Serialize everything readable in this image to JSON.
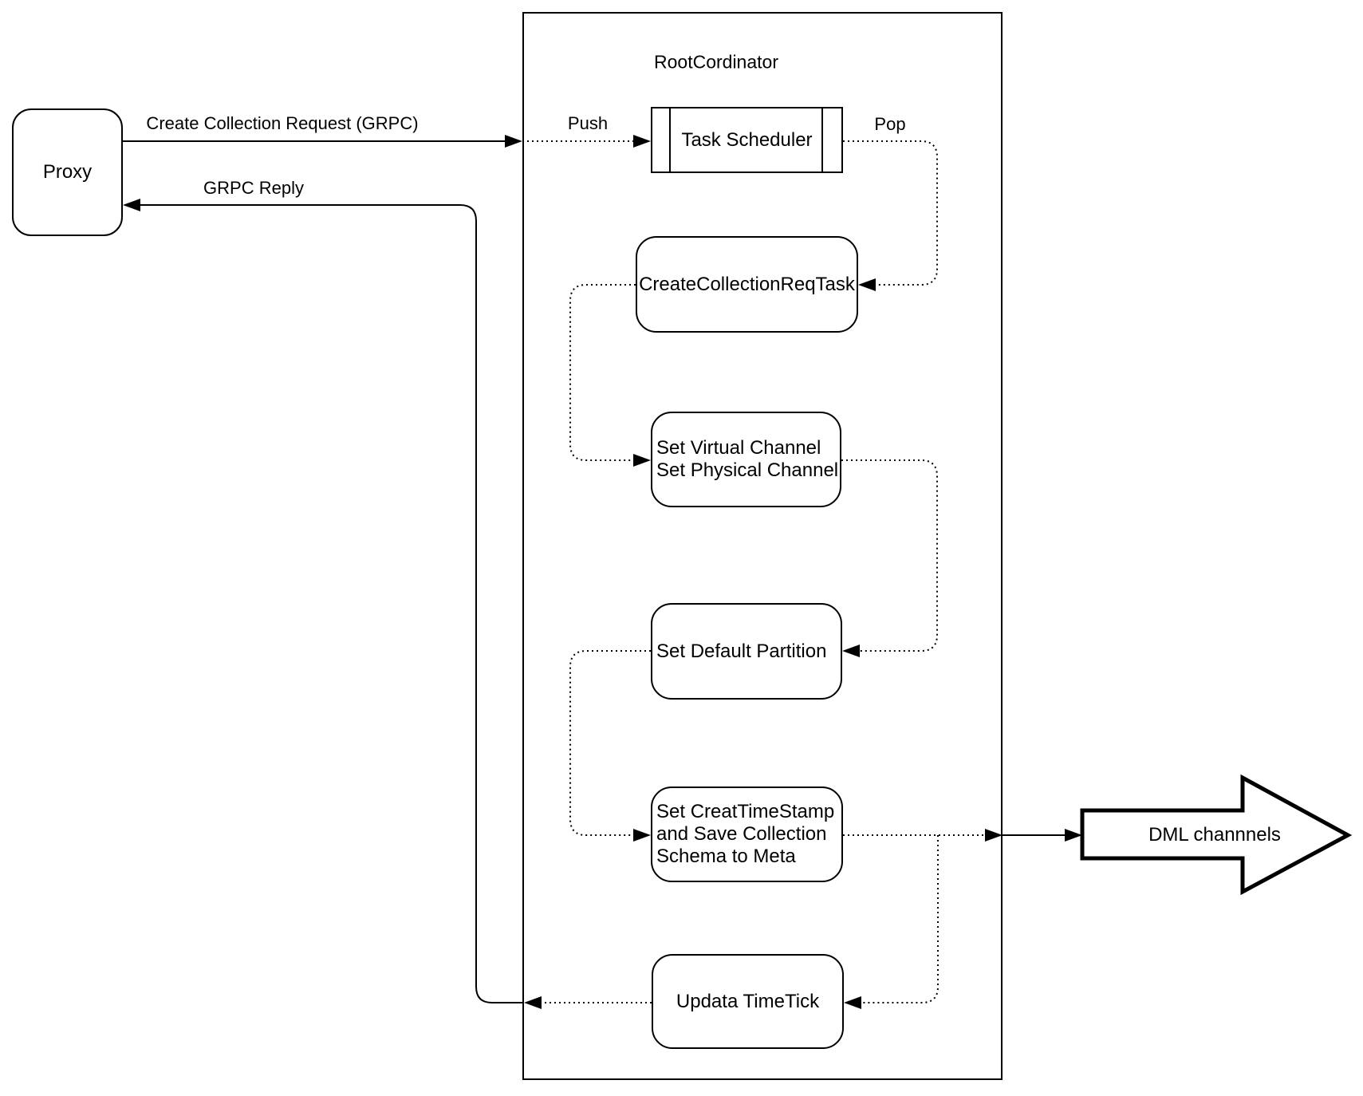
{
  "diagram": {
    "title": "RootCordinator",
    "nodes": {
      "proxy": {
        "label": "Proxy"
      },
      "task_scheduler": {
        "label": "Task Scheduler"
      },
      "create_collection_req_task": {
        "label": "CreateCollectionReqTask"
      },
      "set_virtual_channel": {
        "line1": "Set Virtual Channel",
        "line2": "Set Physical Channel"
      },
      "set_default_partition": {
        "label": "Set Default Partition"
      },
      "set_creat_timestamp": {
        "line1": "Set CreatTimeStamp",
        "line2": "and Save Collection",
        "line3": "Schema to Meta"
      },
      "updata_timetick": {
        "label": "Updata TimeTick"
      },
      "dml_channels": {
        "label": "DML channnels"
      }
    },
    "edges": {
      "create_collection_request": {
        "label": "Create Collection Request (GRPC)"
      },
      "grpc_reply": {
        "label": "GRPC Reply"
      },
      "push": {
        "label": "Push"
      },
      "pop": {
        "label": "Pop"
      }
    },
    "colors": {
      "stroke": "#000000",
      "background": "#ffffff"
    }
  }
}
